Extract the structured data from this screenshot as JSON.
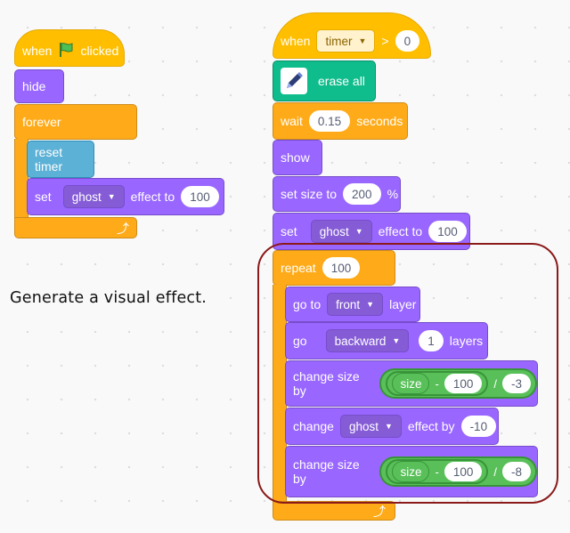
{
  "script1": {
    "when_label": "when",
    "flag_icon": "green-flag-icon",
    "clicked_label": "clicked",
    "hide_label": "hide",
    "forever_label": "forever",
    "reset_timer_label": "reset timer",
    "set_label": "set",
    "effect_option": "ghost",
    "effect_to_label": "effect to",
    "effect_value": "100",
    "loop_icon": "loop-arrow-icon"
  },
  "caption": "Generate a visual effect.",
  "script2": {
    "when_label": "when",
    "timer_option": "timer",
    "gt_label": ">",
    "timer_value": "0",
    "erase_all_label": "erase all",
    "pen_icon": "pen-icon",
    "wait_label": "wait",
    "wait_value": "0.15",
    "seconds_label": "seconds",
    "show_label": "show",
    "set_size_label": "set size to",
    "size_value": "200",
    "percent_label": "%",
    "set_label": "set",
    "effect_option": "ghost",
    "effect_to_label": "effect to",
    "effect_value": "100",
    "repeat_label": "repeat",
    "repeat_value": "100",
    "go_to_label": "go to",
    "layer_option": "front",
    "layer_label": "layer",
    "go_label": "go",
    "direction_option": "backward",
    "layers_value": "1",
    "layers_label": "layers",
    "change_size_label": "change size by",
    "size_reporter": "size",
    "minus_label": "-",
    "divide_label": "/",
    "change1_subtrahend": "100",
    "change1_divisor": "-3",
    "change_label": "change",
    "change_effect_option": "ghost",
    "effect_by_label": "effect by",
    "change_effect_value": "-10",
    "change2_subtrahend": "100",
    "change2_divisor": "-8"
  },
  "colors": {
    "events": "#ffbf00",
    "control": "#ffab19",
    "looks": "#9966ff",
    "sensing": "#5cb1d6",
    "pen": "#0fbd8c",
    "operators": "#59c059",
    "highlight": "#8b1a1a"
  }
}
